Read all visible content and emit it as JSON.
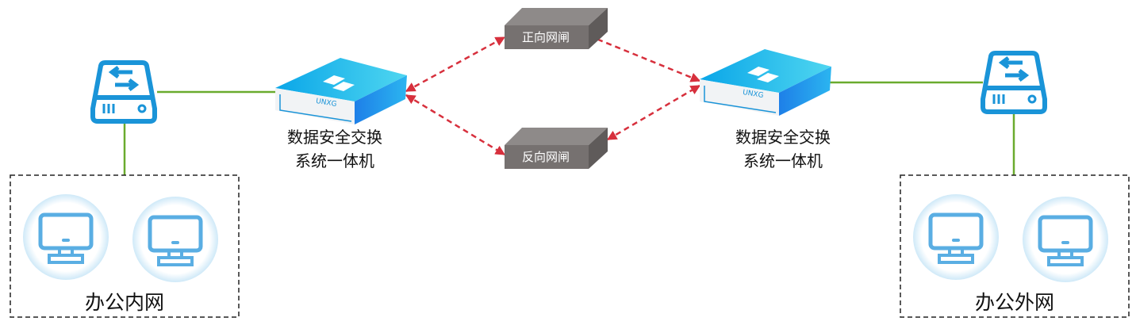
{
  "left_network": {
    "label": "办公内网"
  },
  "right_network": {
    "label": "办公外网"
  },
  "left_device": {
    "line1": "数据安全交换",
    "line2": "系统一体机",
    "brand": "UNXG"
  },
  "right_device": {
    "line1": "数据安全交换",
    "line2": "系统一体机",
    "brand": "UNXG"
  },
  "forward_gate": {
    "label": "正向网闸"
  },
  "reverse_gate": {
    "label": "反向网闸"
  },
  "colors": {
    "link": "#6aab2e",
    "arrow": "#d7303d",
    "icon": "#1a94d8",
    "monitor": "#5aaee3",
    "gate": "#767170"
  }
}
